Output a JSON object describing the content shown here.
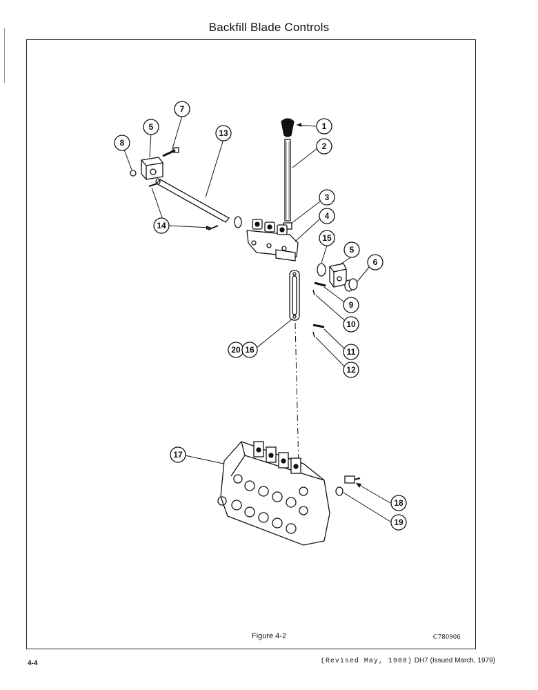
{
  "page": {
    "title": "Backfill Blade Controls",
    "figure_caption": "Figure 4-2",
    "figure_code": "C780906",
    "page_number": "4-4",
    "revision_note": "(Revised May, 1980)",
    "issue_note": "DH7 (Issued March, 1979)"
  },
  "callouts": {
    "c1": "1",
    "c2": "2",
    "c3": "3",
    "c4": "4",
    "c5a": "5",
    "c5b": "5",
    "c6": "6",
    "c7": "7",
    "c8": "8",
    "c9": "9",
    "c10": "10",
    "c11": "11",
    "c12": "12",
    "c13": "13",
    "c14": "14",
    "c15": "15",
    "c16": "16",
    "c17": "17",
    "c18": "18",
    "c19": "19",
    "c20": "20"
  }
}
